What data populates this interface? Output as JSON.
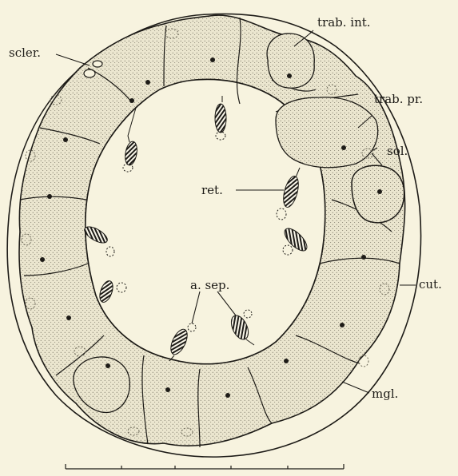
{
  "figure": {
    "labels": {
      "scler": "scler.",
      "trab_int": "trab. int.",
      "trab_pr": "trab. pr.",
      "sol": "sol.",
      "ret": "ret.",
      "cut": "cut.",
      "a_sep": "a. sep.",
      "mgl": "mgl."
    },
    "colors": {
      "background": "#f7f3df",
      "cell_fill": "#e9e4cd",
      "ink": "#1d1b17"
    },
    "icons": [
      "striated-retinal-cell",
      "glandular-cell-nucleus",
      "nucleus-outline"
    ]
  }
}
